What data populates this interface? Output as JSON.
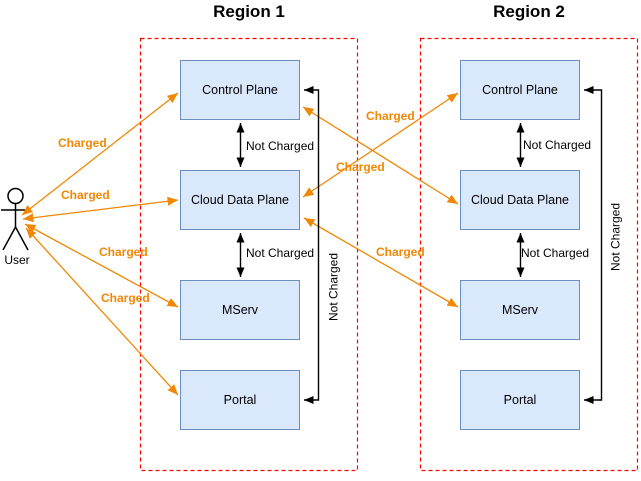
{
  "diagram": {
    "regions": [
      {
        "title": "Region 1",
        "nodes": [
          {
            "label": "Control Plane"
          },
          {
            "label": "Cloud Data Plane"
          },
          {
            "label": "MServ"
          },
          {
            "label": "Portal"
          }
        ]
      },
      {
        "title": "Region 2",
        "nodes": [
          {
            "label": "Control Plane"
          },
          {
            "label": "Cloud Data Plane"
          },
          {
            "label": "MServ"
          },
          {
            "label": "Portal"
          }
        ]
      }
    ],
    "actor": {
      "label": "User"
    },
    "edges": [
      {
        "from": "User",
        "to": "Region 1 / Control Plane",
        "label": "Charged",
        "style": "bidirectional-orange"
      },
      {
        "from": "User",
        "to": "Region 1 / Cloud Data Plane",
        "label": "Charged",
        "style": "bidirectional-orange"
      },
      {
        "from": "User",
        "to": "Region 1 / MServ",
        "label": "Charged",
        "style": "bidirectional-orange"
      },
      {
        "from": "User",
        "to": "Region 1 / Portal",
        "label": "Charged",
        "style": "bidirectional-orange"
      },
      {
        "from": "Region 1 / Control Plane",
        "to": "Region 2 / Cloud Data Plane",
        "label": "Charged",
        "style": "bidirectional-orange"
      },
      {
        "from": "Region 1 / Cloud Data Plane",
        "to": "Region 2 / Control Plane",
        "label": "Charged",
        "style": "bidirectional-orange"
      },
      {
        "from": "Region 1 / Cloud Data Plane",
        "to": "Region 2 / MServ",
        "label": "Charged",
        "style": "bidirectional-orange"
      },
      {
        "from": "Region 1 / Control Plane",
        "to": "Region 1 / Cloud Data Plane",
        "label": "Not Charged",
        "style": "bidirectional-black"
      },
      {
        "from": "Region 1 / Cloud Data Plane",
        "to": "Region 1 / MServ",
        "label": "Not Charged",
        "style": "bidirectional-black"
      },
      {
        "from": "Region 1 / Control Plane",
        "to": "Region 1 / Portal",
        "label": "Not Charged",
        "style": "bidirectional-black"
      },
      {
        "from": "Region 2 / Control Plane",
        "to": "Region 2 / Cloud Data Plane",
        "label": "Not Charged",
        "style": "bidirectional-black"
      },
      {
        "from": "Region 2 / Cloud Data Plane",
        "to": "Region 2 / MServ",
        "label": "Not Charged",
        "style": "bidirectional-black"
      },
      {
        "from": "Region 2 / Control Plane",
        "to": "Region 2 / Portal",
        "label": "Not Charged",
        "style": "bidirectional-black"
      }
    ],
    "colors": {
      "charged_edge": "#f08705",
      "not_charged_edge": "#000000",
      "region_border": "#ff0000",
      "node_fill": "#dae8fc",
      "node_border": "#6c8ebf"
    }
  }
}
